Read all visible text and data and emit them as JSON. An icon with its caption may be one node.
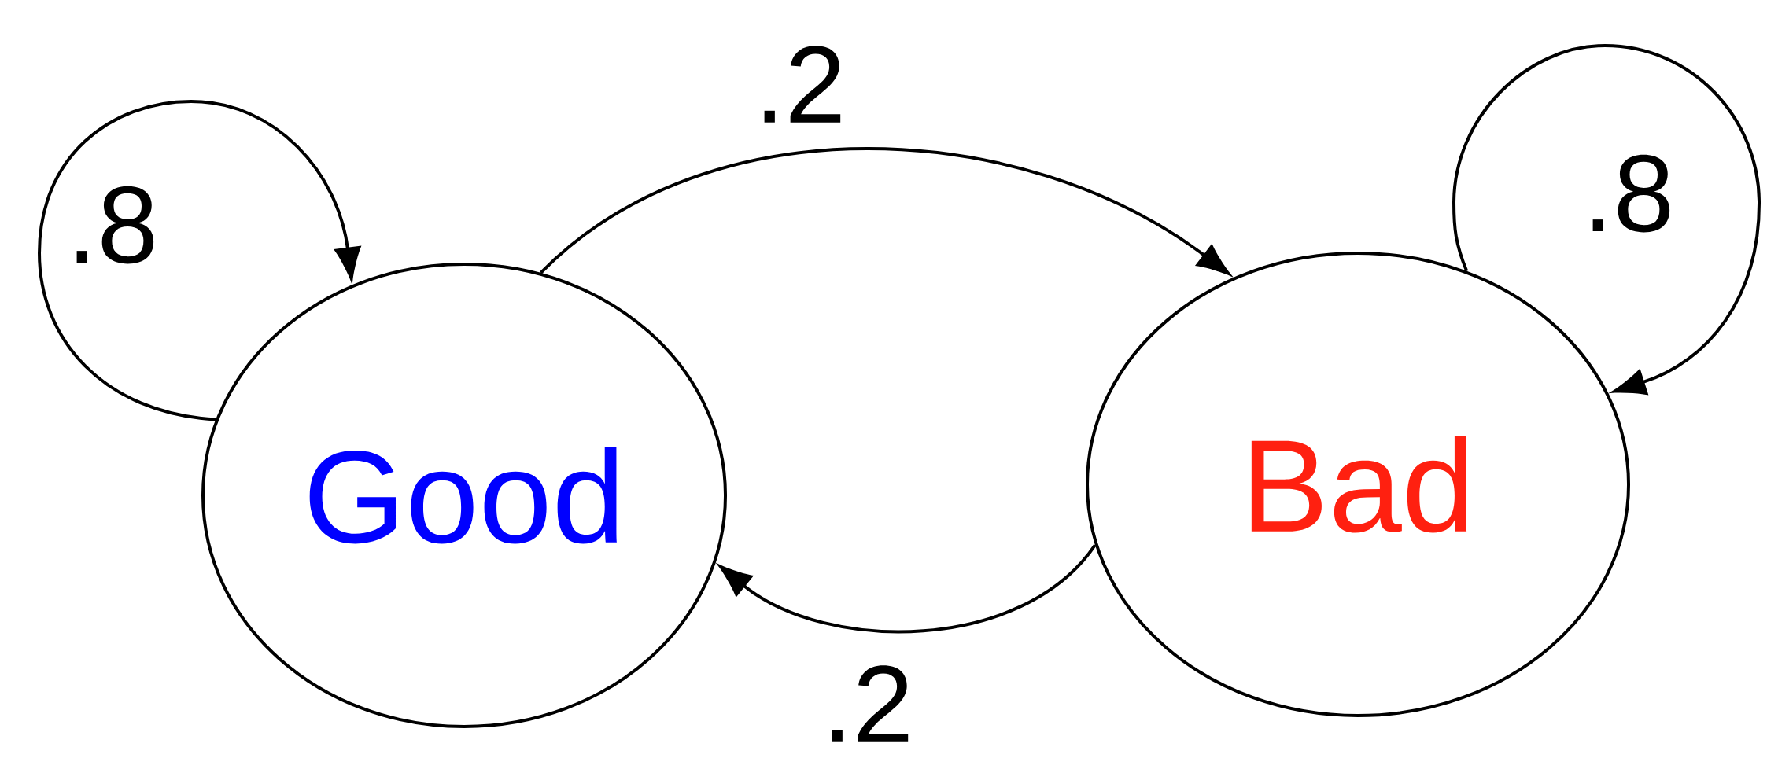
{
  "diagram": {
    "nodes": [
      {
        "text": [
          "Good"
        ]
      },
      {
        "text": [
          "Bad"
        ]
      }
    ],
    "edges": [
      {
        "from": 0,
        "to": 0,
        "arrow": "to",
        "label": ".8"
      },
      {
        "from": 0,
        "to": 1,
        "arrow": "to",
        "label": ".2"
      },
      {
        "from": 1,
        "to": 0,
        "arrow": "to",
        "label": ".2"
      },
      {
        "from": 1,
        "to": 1,
        "arrow": "to",
        "label": ".8"
      }
    ]
  }
}
